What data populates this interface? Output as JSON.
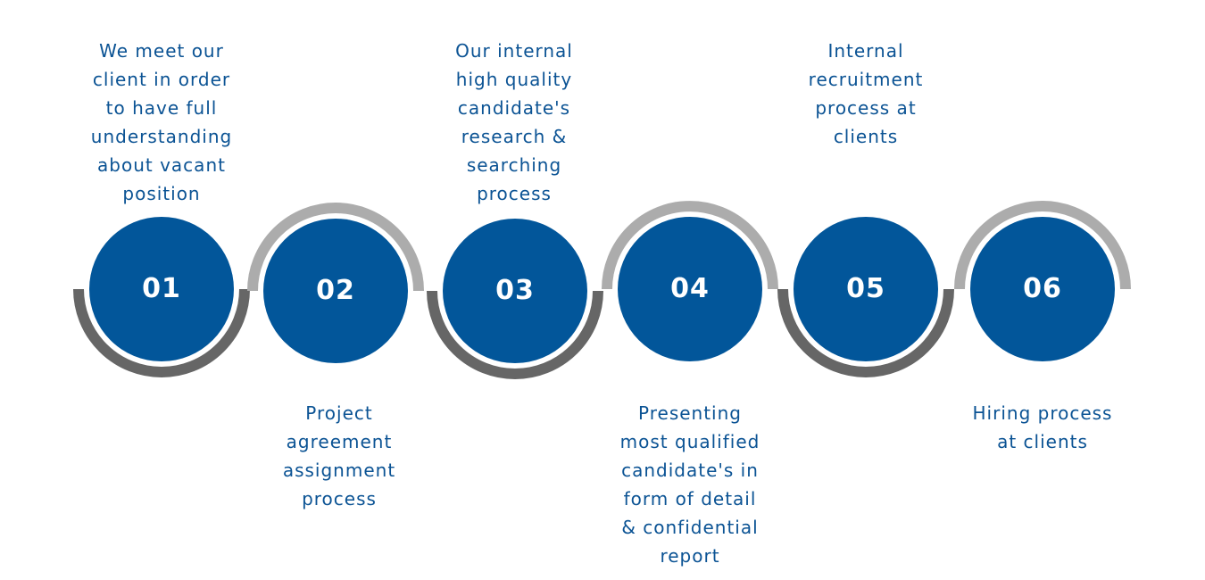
{
  "colors": {
    "circle": "#02569a",
    "arc_dark": "#666666",
    "arc_light": "#acacac",
    "text": "#0b5394",
    "number": "#ffffff"
  },
  "steps": [
    {
      "number": "01",
      "text": "We meet our\nclient in order\nto have full\nunderstanding\nabout vacant\nposition",
      "text_position": "above",
      "arc": "bottom"
    },
    {
      "number": "02",
      "text": "Project\nagreement\nassignment\nprocess",
      "text_position": "below",
      "arc": "top"
    },
    {
      "number": "03",
      "text": "Our internal\nhigh quality\ncandidate's\nresearch &\nsearching\nprocess",
      "text_position": "above",
      "arc": "bottom"
    },
    {
      "number": "04",
      "text": "Presenting\nmost qualified\ncandidate's in\nform of detail\n& confidential\nreport",
      "text_position": "below",
      "arc": "top"
    },
    {
      "number": "05",
      "text": "Internal\nrecruitment\nprocess at\nclients",
      "text_position": "above",
      "arc": "bottom"
    },
    {
      "number": "06",
      "text": "Hiring process\nat clients",
      "text_position": "below",
      "arc": "top"
    }
  ]
}
